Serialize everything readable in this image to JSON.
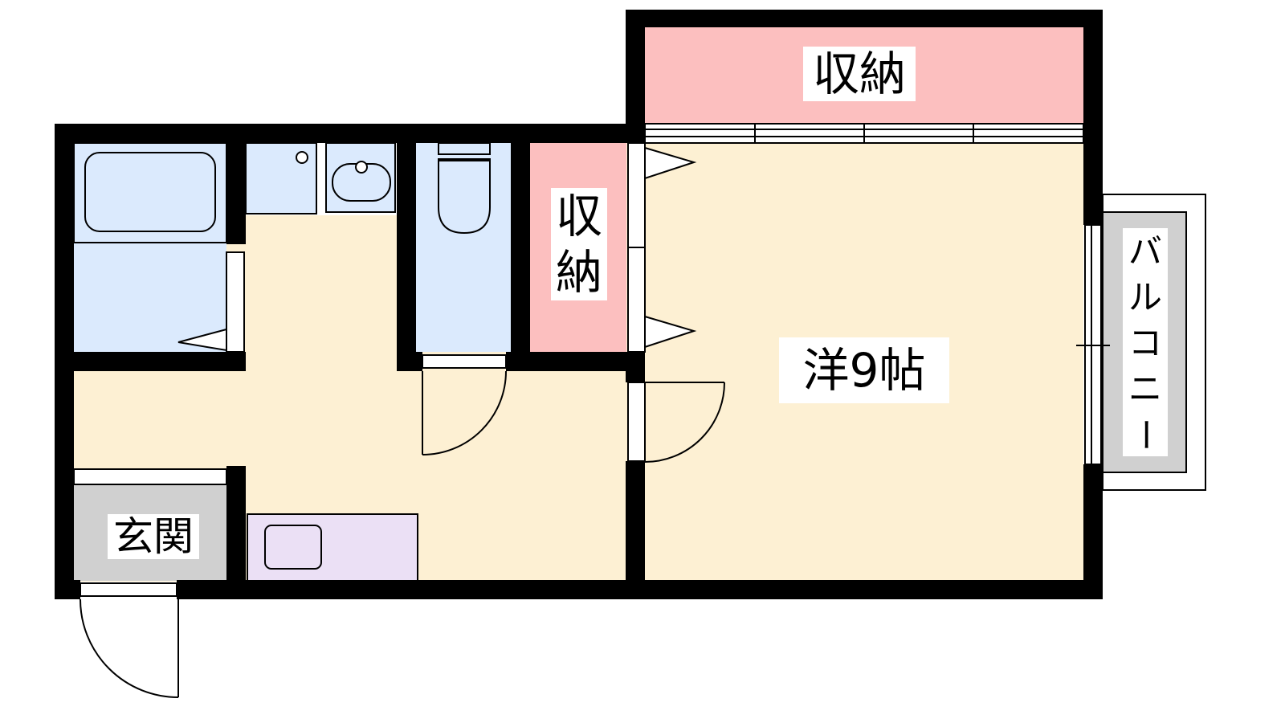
{
  "rooms": {
    "storage_top": "収納",
    "storage_side_line1": "収",
    "storage_side_line2": "納",
    "western_room": "洋9帖",
    "entrance": "玄関",
    "balcony": [
      "バ",
      "ル",
      "コ",
      "ニ",
      "ー"
    ]
  },
  "colors": {
    "wall": "#000000",
    "floor_living": "#fdf0d3",
    "wet_area": "#dbeafd",
    "storage": "#fcbfbf",
    "entrance": "#d0d0d0",
    "balcony": "#d0d0d0",
    "kitchen": "#ebe0f5"
  }
}
